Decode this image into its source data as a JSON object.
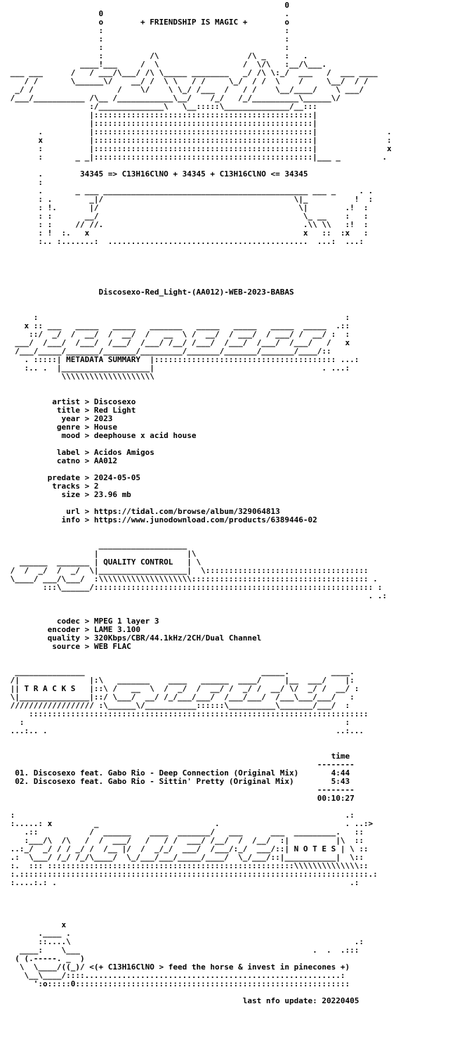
{
  "nfo": {
    "lines": [
      "                                                            0",
      "                    0                                       .",
      "                    o        + FRIENDSHIP IS MAGIC +        o",
      "                    :                                       :",
      "                    :                                       :",
      "                    :                                       :",
      "                    :          /\\                   /\\ _    :   .",
      "                ____!___     /  \\                  /  \\/\\   :__/\\___.",
      " ___ ___      /   / ___/\\___/ /\\ \\_____ ________   _/ /\\ \\:_/  ___   /  ___ ____",
      "    / /       \\______\\/    __/ /  \\ \\   / /     \\_/  / /  \\    /     \\__/  / /",
      "  _/ /                  /    \\/    \\ \\_/ /___  /   / /    \\__/____/    \\ ___/",
      " /___/___________ /\\__ /____________\\__/    /_/   /_/__________\\______\\/",
      "                  :/______________\\   \\__:::::\\______________/__:::",
      "                  |:::::::::::::::::::::::::::::::::::::::::::::::|",
      "                  |:::::::::::::::::::::::::::::::::::::::::::::::|",
      "       .          |:::::::::::::::::::::::::::::::::::::::::::::::|               .",
      "       x          |:::::::::::::::::::::::::::::::::::::::::::::::|               :",
      "       :          |:::::::::::::::::::::::::::::::::::::::::::::::|               x",
      "       :       _ _|:::::::::::::::::::::::::::::::::::::::::::::::|___ _         .",
      "",
      "       .        34345 => C13H16ClNO + 34345 + C13H16ClNO <= 34345",
      "       :",
      "       .       _ ___ ____________________________________________ ___ _     . .",
      "       : .        _|/                                         \\|_          !  :",
      "       : !.       |/                                           \\|        .!  :",
      "       : :       __/                                            \\_ __    :   :",
      "       : :     // //.                                           .\\\\ \\\\   :!  :",
      "       : !  :.   x                                              x   ::  :x   :",
      "       :.. :.......:  ...........................................  ...:  ...:",
      "",
      "",
      "",
      "",
      "",
      "                    Discosexo-Red_Light-(AA012)-WEB-2023-BABAS",
      "",
      "",
      "      :                                                                  :",
      "    x :: ___   _____   _____   _______   _____   _____   _____  _____  .::",
      "     ::/  _/  /  __/  /  __/  /   __  \\ /  __/  / ___/  / ___/ /  __/ :  :",
      "  ___/  /___/  /___/  /___/  /___/ /__/ /___/  /___/  /___/  /___/   /   x",
      "  /___/_____/_______/_______/_________/_______/_______/_______/____/::",
      "    . :::::| METADATA SUMMARY  |::::::::::::::::::::::::::::::::::::::: ...:",
      "    :.. .  |___________________|                                    . ...:",
      "            \\\\\\\\\\\\\\\\\\\\\\\\\\\\\\\\\\\\\\\\",
      "",
      "",
      "          artist > Discosexo",
      "           title > Red Light",
      "            year > 2023",
      "           genre > House",
      "            mood > deephouse x acid house",
      "",
      "           label > Acidos Amigos",
      "           catno > AA012",
      "",
      "         predate > 2024-05-05",
      "          tracks > 2",
      "            size > 23.96 mb",
      "",
      "             url > https://tidal.com/browse/album/329064813",
      "            info > https://www.junodownload.com/products/6389446-02",
      "",
      "",
      "                    ___________________",
      "                   |                   |\\",
      "   ______  _______ | QUALITY CONTROL   | \\",
      " /  /  _/  /  _/  \\|___________________|  \\:::::::::::::::::::::::::::::::::::",
      " \\____/ ___/\\___/  :\\\\\\\\\\\\\\\\\\\\\\\\\\\\\\\\\\\\\\\\:::::::::::::::::::::::::::::::::::::: .",
      "        :::\\______/:::::::::::::::::::::::::::::::::::::::::::::::::::::::::::: :",
      "                                                                              . .:",
      "",
      "",
      "           codec > MPEG 1 layer 3",
      "         encoder > LAME 3.100",
      "         quality > 320Kbps/CBR/44.1kHz/2CH/Dual Channel",
      "          source > WEB FLAC",
      "",
      "",
      "  _______________                                      _____.         ____.",
      " /|               |:\\   _______    ____   ______  ____/     |__  ___/    |:",
      " || T R A C K S   |::\\ /   __  \\  /  _/  /  __/ /  _/ /  __/ \\/  _/ /  __/ :",
      " \\|_______________|::/ \\___/  __/ /_/___/___/  /___/___/  /___\\___/___/   :",
      " ////////////////// :\\______\\/___________::::::\\__________\\_______/___/  :",
      "     :::::::::::::::::::::::::::::::::::::::::::::::::::::::::::::::::::::::::",
      "   :                                                                     :",
      " ...:.. .                                                              ..:...",
      "",
      "",
      "                                                                      time",
      "                                                                   --------",
      "  01. Discosexo feat. Gabo Rio - Deep Connection (Original Mix)       4:44",
      "  02. Discosexo feat. Gabo Rio - Sittin' Pretty (Original Mix)        5:43",
      "                                                                   --------",
      "                                                                   00:10:27",
      "",
      " :                                                                       .:",
      " :.....: x         _                         .                           . ..:>",
      "    .::           /  ______    ____  _______/   ___      ___  _________.   ::",
      "    :___/\\  /\\   /  /  ___/   /   / /  ___/ /__/  /  /__/  :|          |\\  ::",
      " ..:_/  _/ / / _/ /  /__ |/  /  _/_/  ___/  /___/:_/  ___/::| N O T E S | \\ ::",
      " .:  \\___/ /_/ /_/\\____/  \\_/___/___/_____/____/  \\_/___/::|___________|  \\::",
      " :.  ::: :::::::::::::::::::::::::::::::::::::::::::::::::::::\\\\\\\\\\\\\\\\\\\\\\\\\\\\::",
      " :.:::::::::::::::::::::::::::::::::::::::::::::::::::::::::::::::::::::::::::.:",
      " :....:.: .                                                               .:",
      "",
      "",
      "",
      "",
      "            x",
      "       .____ .",
      "       ::....\\                                                             .:",
      "   ____:    \\___                                                  .  .  .:::",
      "  ( (.-----. _  )",
      "   \\  \\____/((_)/ <(+ C13H16ClNO > feed the horse & invest in pinecones +)",
      "    \\__\\____/::::.......................................................:",
      "      ':o:::::0:::::::::::::::::::::::::::::::::::::::::::::::::::::::::::",
      "",
      "                                                   last nfo update: 20220405"
    ]
  }
}
